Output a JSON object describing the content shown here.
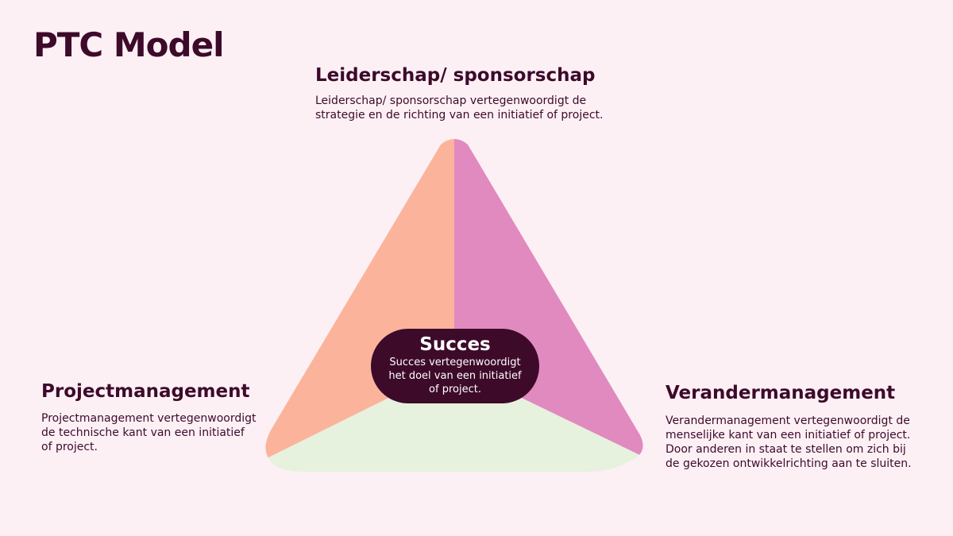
{
  "title": "PTC Model",
  "sections": {
    "top": {
      "heading": "Leiderschap/ sponsorschap",
      "lines": [
        "Leiderschap/ sponsorschap vertegenwoordigt de",
        "strategie en de richting van een initiatief of project."
      ]
    },
    "left": {
      "heading": "Projectmanagement",
      "lines": [
        "Projectmanagement vertegenwoordigt",
        "de technische kant van een initiatief",
        "of project."
      ]
    },
    "right": {
      "heading": "Verandermanagement",
      "lines": [
        "Verandermanagement vertegenwoordigt de",
        "menselijke kant van een initiatief of project.",
        "Door anderen in staat te stellen om zich bij",
        "de gekozen ontwikkelrichting aan te sluiten."
      ]
    },
    "center": {
      "heading": "Succes",
      "lines": [
        "Succes vertegenwoordigt",
        "het doel van een initiatief",
        "of project."
      ]
    }
  },
  "colors": {
    "background": "#fcf0f5",
    "left_segment": "#fbb49b",
    "right_segment": "#e18abf",
    "bottom_segment": "#e6f1de",
    "dark": "#3d0a2a"
  }
}
